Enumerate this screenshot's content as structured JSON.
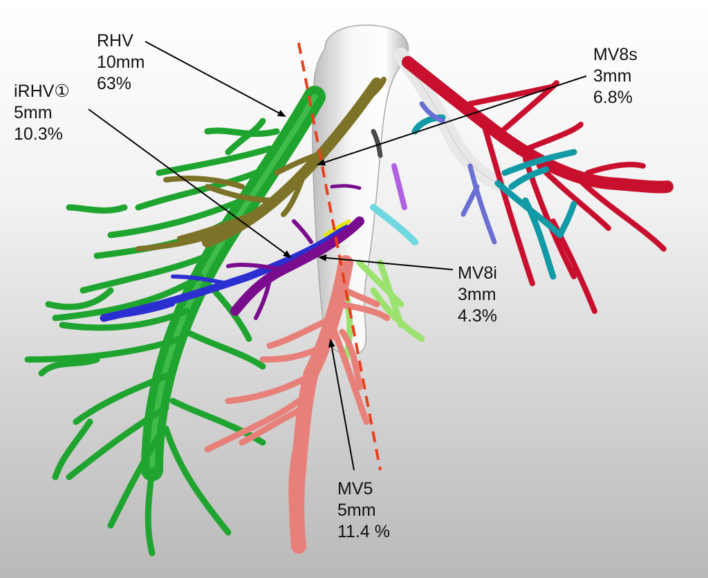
{
  "colors": {
    "rhv": "#1fa52f",
    "irhv": "#7d7328",
    "mv8i": "#7a0c8e",
    "mv8i_light": "#2b2fd0",
    "mv8s": "#c8102e",
    "mv8s_teal": "#129aa6",
    "mv5": "#e8807a",
    "mv5_light": "#9be36e",
    "ivc": "#e6e6e6",
    "dashed_line": "#e8401c"
  },
  "labels": {
    "rhv": {
      "name": "RHV",
      "size": "10mm",
      "percent": "63%"
    },
    "irhv": {
      "name": "iRHV①",
      "size": "5mm",
      "percent": "10.3%"
    },
    "mv8s": {
      "name": "MV8s",
      "size": "3mm",
      "percent": "6.8%"
    },
    "mv8i": {
      "name": "MV8i",
      "size": "3mm",
      "percent": "4.3%"
    },
    "mv5": {
      "name": "MV5",
      "size": "5mm",
      "percent": "11.4 %"
    }
  }
}
